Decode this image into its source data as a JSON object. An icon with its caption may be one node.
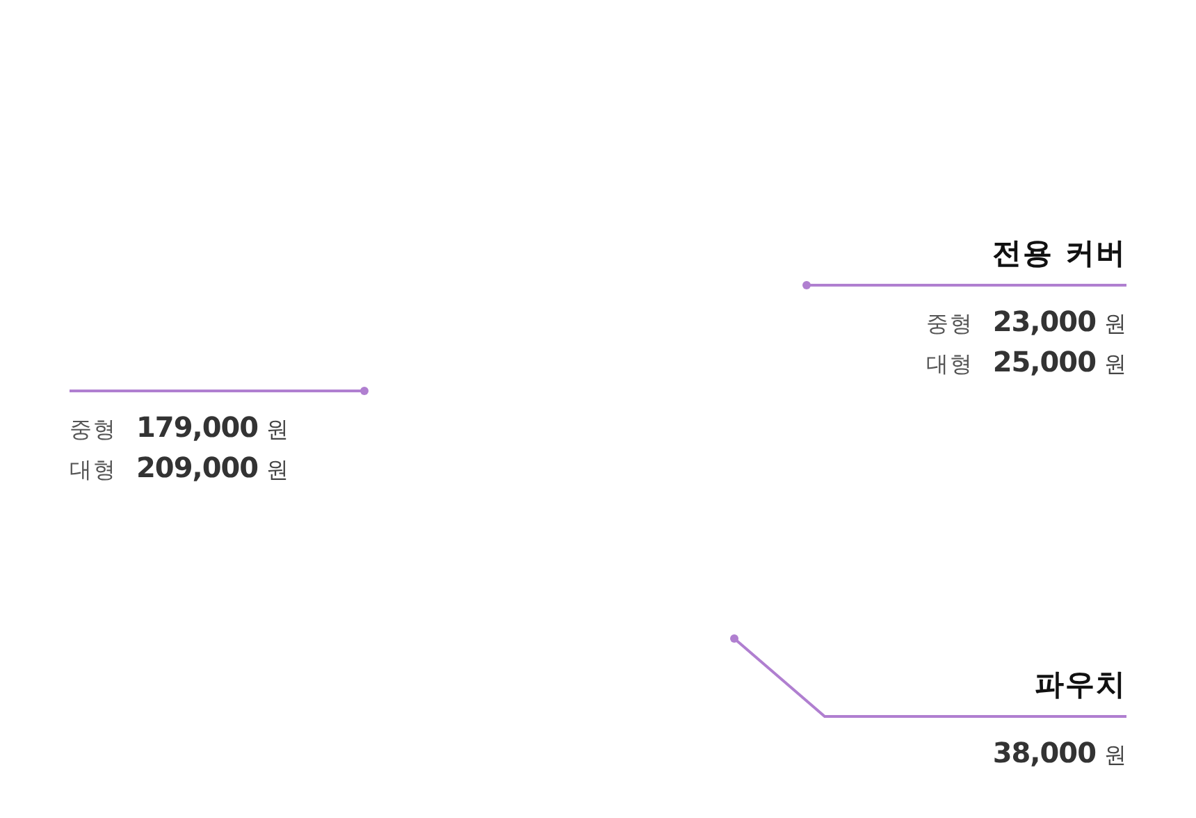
{
  "diagram": {
    "nodes": [
      {
        "text": [
          "중형",
          "179,000",
          "원",
          "대형",
          "209,000",
          "원"
        ]
      },
      {
        "text": [
          "전용 커버",
          "중형",
          "23,000",
          "원",
          "대형",
          "25,000",
          "원"
        ]
      },
      {
        "text": [
          "파우치",
          "38,000",
          "원"
        ]
      }
    ],
    "edges": [
      {
        "from": 0,
        "to": null,
        "arrow": "other"
      },
      {
        "from": 1,
        "to": null,
        "arrow": "other"
      },
      {
        "from": 2,
        "to": null,
        "arrow": "other"
      }
    ]
  }
}
